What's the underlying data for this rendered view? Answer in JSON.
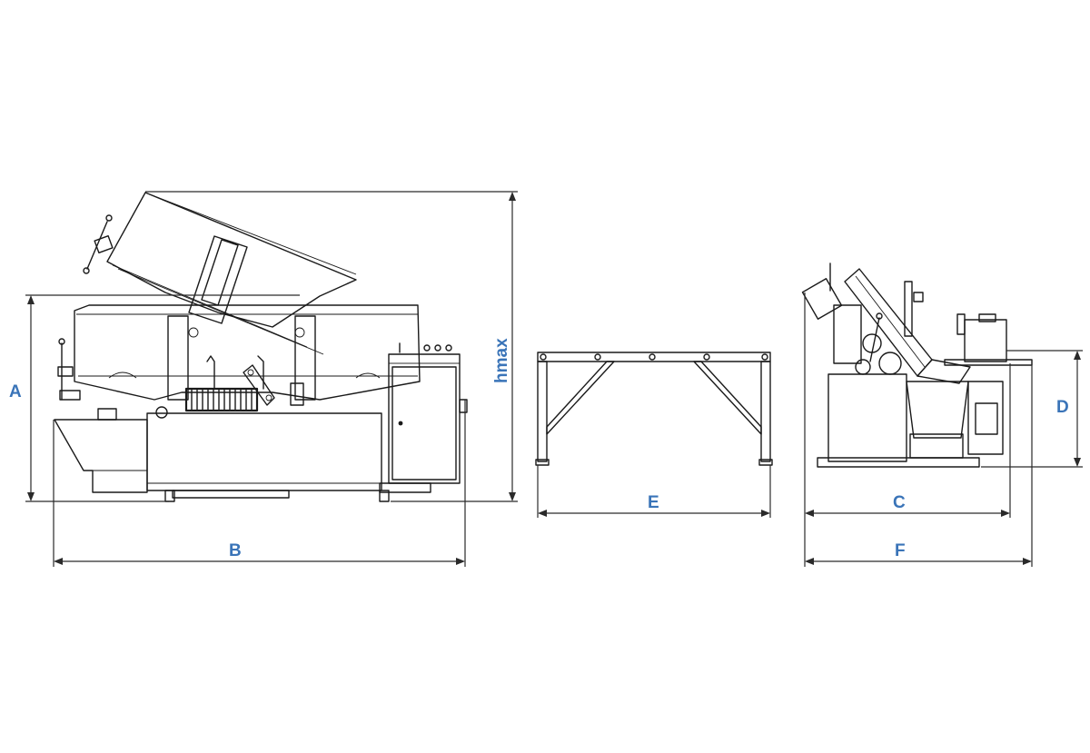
{
  "colors": {
    "line": "#1a1a1a",
    "label": "#3a74b8",
    "background": "#ffffff"
  },
  "dimensions": {
    "A": "A",
    "B": "B",
    "hmax": "hmax",
    "E": "E",
    "C": "C",
    "F": "F",
    "D": "D"
  }
}
